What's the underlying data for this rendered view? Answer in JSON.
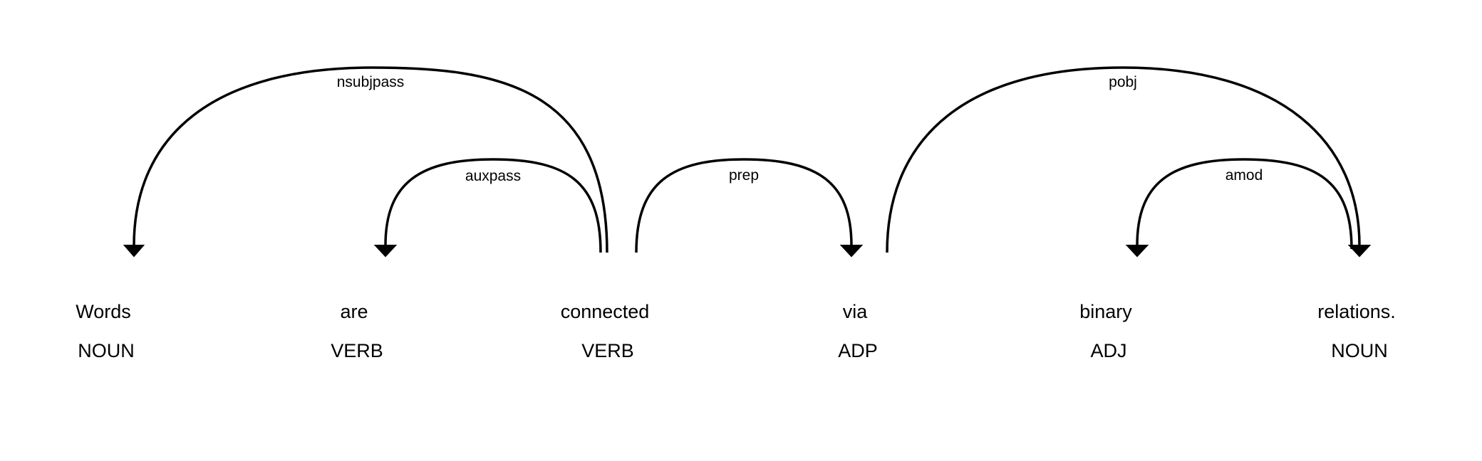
{
  "tokens": [
    {
      "text": "Words",
      "tag": "NOUN"
    },
    {
      "text": "are",
      "tag": "VERB"
    },
    {
      "text": "connected",
      "tag": "VERB"
    },
    {
      "text": "via",
      "tag": "ADP"
    },
    {
      "text": "binary",
      "tag": "ADJ"
    },
    {
      "text": "relations.",
      "tag": "NOUN"
    }
  ],
  "arcs": [
    {
      "label": "nsubjpass",
      "head": 2,
      "dep": 0
    },
    {
      "label": "auxpass",
      "head": 2,
      "dep": 1
    },
    {
      "label": "prep",
      "head": 2,
      "dep": 3
    },
    {
      "label": "pobj",
      "head": 3,
      "dep": 5
    },
    {
      "label": "amod",
      "head": 5,
      "dep": 4
    }
  ]
}
